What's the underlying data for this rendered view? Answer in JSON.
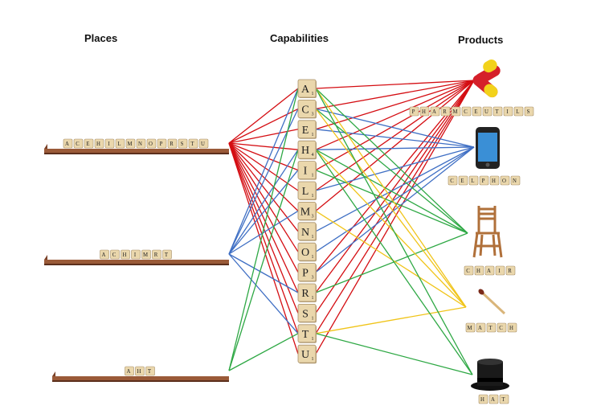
{
  "headers": {
    "places": "Places",
    "capabilities": "Capabilities",
    "products": "Products"
  },
  "capabilities": [
    {
      "letter": "A",
      "score": "1"
    },
    {
      "letter": "C",
      "score": "3"
    },
    {
      "letter": "E",
      "score": "1"
    },
    {
      "letter": "H",
      "score": "4"
    },
    {
      "letter": "I",
      "score": "1"
    },
    {
      "letter": "L",
      "score": "1"
    },
    {
      "letter": "M",
      "score": "3"
    },
    {
      "letter": "N",
      "score": "1"
    },
    {
      "letter": "O",
      "score": "1"
    },
    {
      "letter": "P",
      "score": "3"
    },
    {
      "letter": "R",
      "score": "1"
    },
    {
      "letter": "S",
      "score": "1"
    },
    {
      "letter": "T",
      "score": "1"
    },
    {
      "letter": "U",
      "score": "1"
    }
  ],
  "places": [
    {
      "id": "place-1",
      "tiles": [
        "A",
        "C",
        "E",
        "H",
        "I",
        "L",
        "M",
        "N",
        "O",
        "P",
        "R",
        "S",
        "T",
        "U"
      ]
    },
    {
      "id": "place-2",
      "tiles": [
        "A",
        "C",
        "H",
        "I",
        "M",
        "R",
        "T"
      ]
    },
    {
      "id": "place-3",
      "tiles": [
        "A",
        "H",
        "T"
      ]
    }
  ],
  "products": [
    {
      "id": "pharmaceuticals",
      "icon": "pills-icon",
      "tiles": [
        "P",
        "H",
        "A",
        "R",
        "M",
        "C",
        "E",
        "U",
        "T",
        "I",
        "L",
        "S"
      ]
    },
    {
      "id": "phone",
      "icon": "smartphone-icon",
      "tiles": [
        "C",
        "E",
        "L",
        "P",
        "H",
        "O",
        "N"
      ]
    },
    {
      "id": "chair",
      "icon": "chair-icon",
      "tiles": [
        "C",
        "H",
        "A",
        "I",
        "R"
      ]
    },
    {
      "id": "match",
      "icon": "matchstick-icon",
      "tiles": [
        "M",
        "A",
        "T",
        "C",
        "H"
      ]
    },
    {
      "id": "hat",
      "icon": "top-hat-icon",
      "tiles": [
        "H",
        "A",
        "T"
      ]
    }
  ],
  "colors": {
    "place_1_links": "#d40d12",
    "place_2_links": "#3f6fc4",
    "place_3_links": "#2ea844",
    "product_links": [
      "#d40d12",
      "#3f6fc4",
      "#2ea844",
      "#f0c419",
      "#2ea844"
    ],
    "tile": "#ead7ac",
    "shelf": "#9a5a38"
  }
}
